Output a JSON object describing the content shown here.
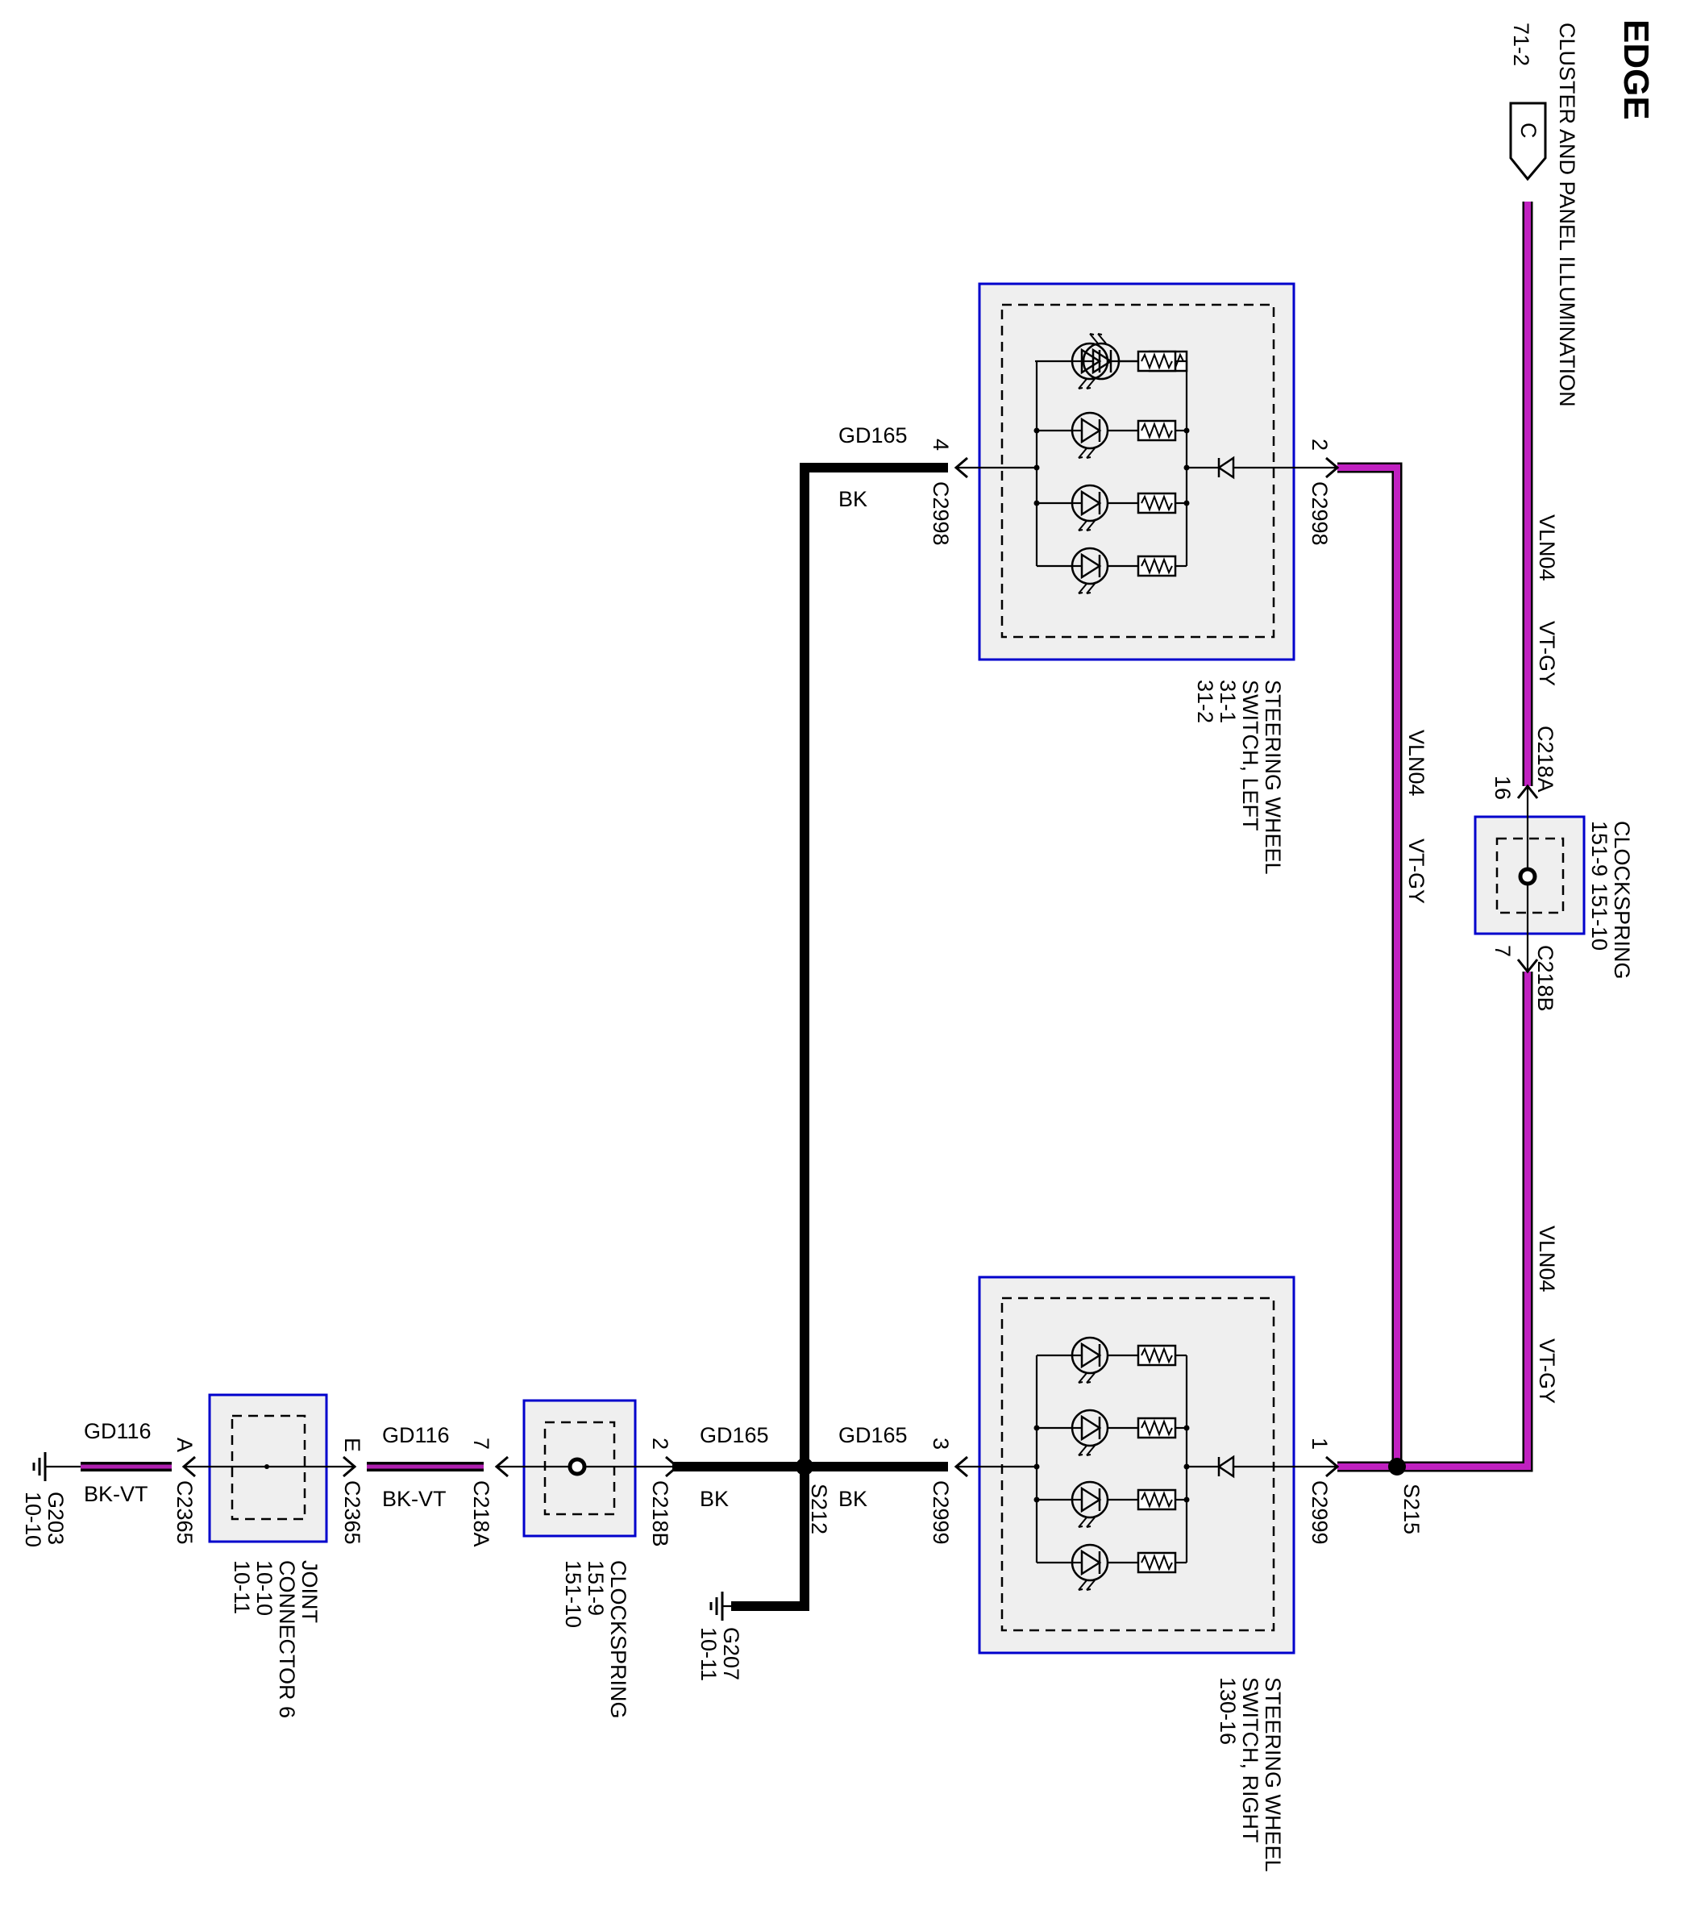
{
  "title": "EDGE",
  "top_reference": {
    "label": "CLUSTER AND PANEL ILLUMINATION",
    "page": "71-2",
    "connector_letter": "C"
  },
  "circuits": {
    "vln04": {
      "name": "VLN04",
      "color_code": "VT-GY",
      "color": "#c020c0"
    },
    "gd165": {
      "name": "GD165",
      "color_code": "BK",
      "color": "#000000"
    },
    "gd116": {
      "name": "GD116",
      "color_code": "BK-VT",
      "color": "#b020b0"
    }
  },
  "components": {
    "switch_left": {
      "name_line1": "STEERING WHEEL",
      "name_line2": "SWITCH, LEFT",
      "ref1": "31-1",
      "ref2": "31-2",
      "pin_in": "2",
      "pin_out": "4",
      "connector": "C2998"
    },
    "switch_right": {
      "name_line1": "STEERING WHEEL",
      "name_line2": "SWITCH, RIGHT",
      "ref1": "130-16",
      "pin_in": "1",
      "pin_out": "3",
      "connector": "C2999"
    },
    "clockspring_top": {
      "name": "CLOCKSPRING",
      "ref1": "151-9",
      "ref2": "151-10",
      "pin_top": "16",
      "connector_top": "C218A",
      "pin_bottom": "7",
      "connector_bottom": "C218B"
    },
    "clockspring_bottom": {
      "name": "CLOCKSPRING",
      "ref1": "151-9",
      "ref2": "151-10",
      "pin_right": "2",
      "connector_right": "C218B",
      "pin_left": "7",
      "connector_left": "C218A"
    },
    "joint_connector": {
      "name_line1": "JOINT",
      "name_line2": "CONNECTOR 6",
      "ref1": "10-10",
      "ref2": "10-11",
      "pin_right": "E",
      "pin_left": "A",
      "connector": "C2365"
    }
  },
  "splices": {
    "s215": "S215",
    "s212": "S212"
  },
  "grounds": {
    "g207": {
      "name": "G207",
      "ref": "10-11"
    },
    "g203": {
      "name": "G203",
      "ref": "10-10"
    }
  }
}
